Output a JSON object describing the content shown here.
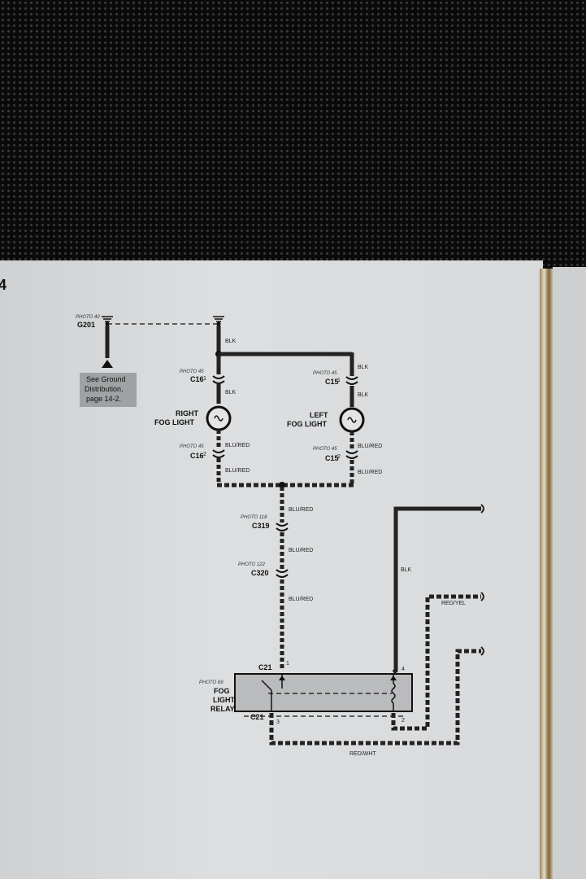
{
  "components": {
    "g201": {
      "name": "G201",
      "photo": "PHOTO 40"
    },
    "ground_note": {
      "line1": "See Ground",
      "line2": "Distribution,",
      "line3": "page 14-2."
    },
    "right_fog_light": {
      "line1": "RIGHT",
      "line2": "FOG LIGHT"
    },
    "left_fog_light": {
      "line1": "LEFT",
      "line2": "FOG LIGHT"
    },
    "relay": {
      "line1": "FOG",
      "line2": "LIGHT",
      "line3": "RELAY",
      "photo": "PHOTO 69"
    }
  },
  "connectors": {
    "c16_top": {
      "name": "C16",
      "pin": "1",
      "photo": "PHOTO 45"
    },
    "c16_bot": {
      "name": "C16",
      "pin": "2",
      "photo": "PHOTO 45"
    },
    "c15_top": {
      "name": "C15",
      "pin": "1",
      "photo": "PHOTO 45"
    },
    "c15_bot": {
      "name": "C15",
      "pin": "2",
      "photo": "PHOTO 45"
    },
    "c319": {
      "name": "C319",
      "photo": "PHOTO 118"
    },
    "c320": {
      "name": "C320",
      "photo": "PHOTO 122"
    },
    "c21_left": {
      "name": "C21",
      "pin": "1"
    },
    "c21_right": {
      "name": "C21",
      "pin": "3"
    }
  },
  "wires": {
    "blk": "BLK",
    "blu_red": "BLU/RED",
    "red_yel": "RED/YEL",
    "red_wht": "RED/WHT"
  },
  "pins": {
    "p4": "4",
    "p2": "2"
  },
  "page_edge_char": "4"
}
